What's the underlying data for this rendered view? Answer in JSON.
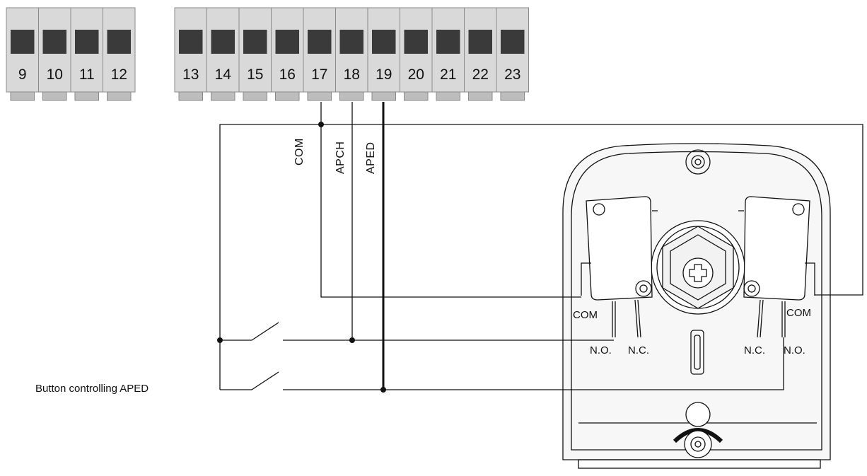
{
  "terminals": {
    "group_left": [
      "9",
      "10",
      "11",
      "12"
    ],
    "group_right": [
      "13",
      "14",
      "15",
      "16",
      "17",
      "18",
      "19",
      "20",
      "21",
      "22",
      "23"
    ]
  },
  "wire_labels": {
    "com": "COM",
    "apch": "APCH",
    "aped": "APED"
  },
  "switch_left": {
    "com": "COM",
    "no": "N.O.",
    "nc": "N.C."
  },
  "switch_right": {
    "com": "COM",
    "no": "N.O.",
    "nc": "N.C."
  },
  "button_caption": "Button controlling APED",
  "colors": {
    "terminal_body": "#d9d9d9",
    "terminal_hole": "#3a3a3a",
    "terminal_foot": "#bdbdbd",
    "line": "#111111",
    "housing_fill": "#f4f4f4"
  }
}
